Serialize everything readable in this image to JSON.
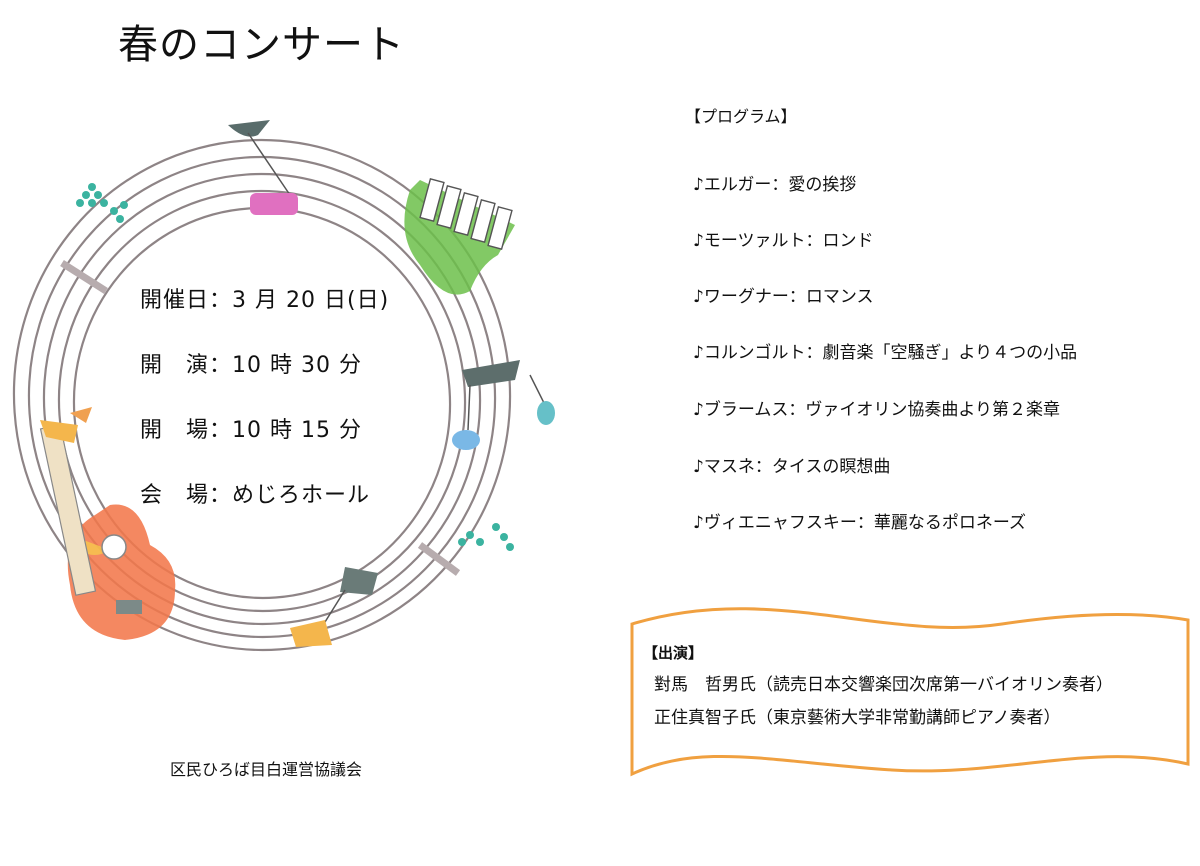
{
  "title": "春のコンサート",
  "info": [
    {
      "label": "開催日",
      "value": "3 月 20 日(日)"
    },
    {
      "label": "開　演",
      "value": "10 時 30 分"
    },
    {
      "label": "開　場",
      "value": "10 時 15 分"
    },
    {
      "label": "会　場",
      "value": "めじろホール"
    }
  ],
  "organizer": "区民ひろば目白運営協議会",
  "program": {
    "heading": "【プログラム】",
    "items": [
      "♪エルガー：愛の挨拶",
      "♪モーツァルト：ロンド",
      "♪ワーグナー：ロマンス",
      "♪コルンゴルト：劇音楽「空騒ぎ」より４つの小品",
      "♪ブラームス：ヴァイオリン協奏曲より第２楽章",
      "♪マスネ：タイスの瞑想曲",
      "♪ヴィエニャフスキー：華麗なるポロネーズ"
    ]
  },
  "performers": {
    "heading": "【出演】",
    "items": [
      "對馬　哲男氏（読売日本交響楽団次席第一バイオリン奏者）",
      "正住真智子氏（東京藝術大学非常勤講師ピアノ奏者）"
    ]
  },
  "colors": {
    "staff": "#8e8486",
    "scroll_border": "#f0a040",
    "piano": "#6cc04a",
    "guitar": "#f2784b",
    "accent_teal": "#3bb3a0"
  }
}
